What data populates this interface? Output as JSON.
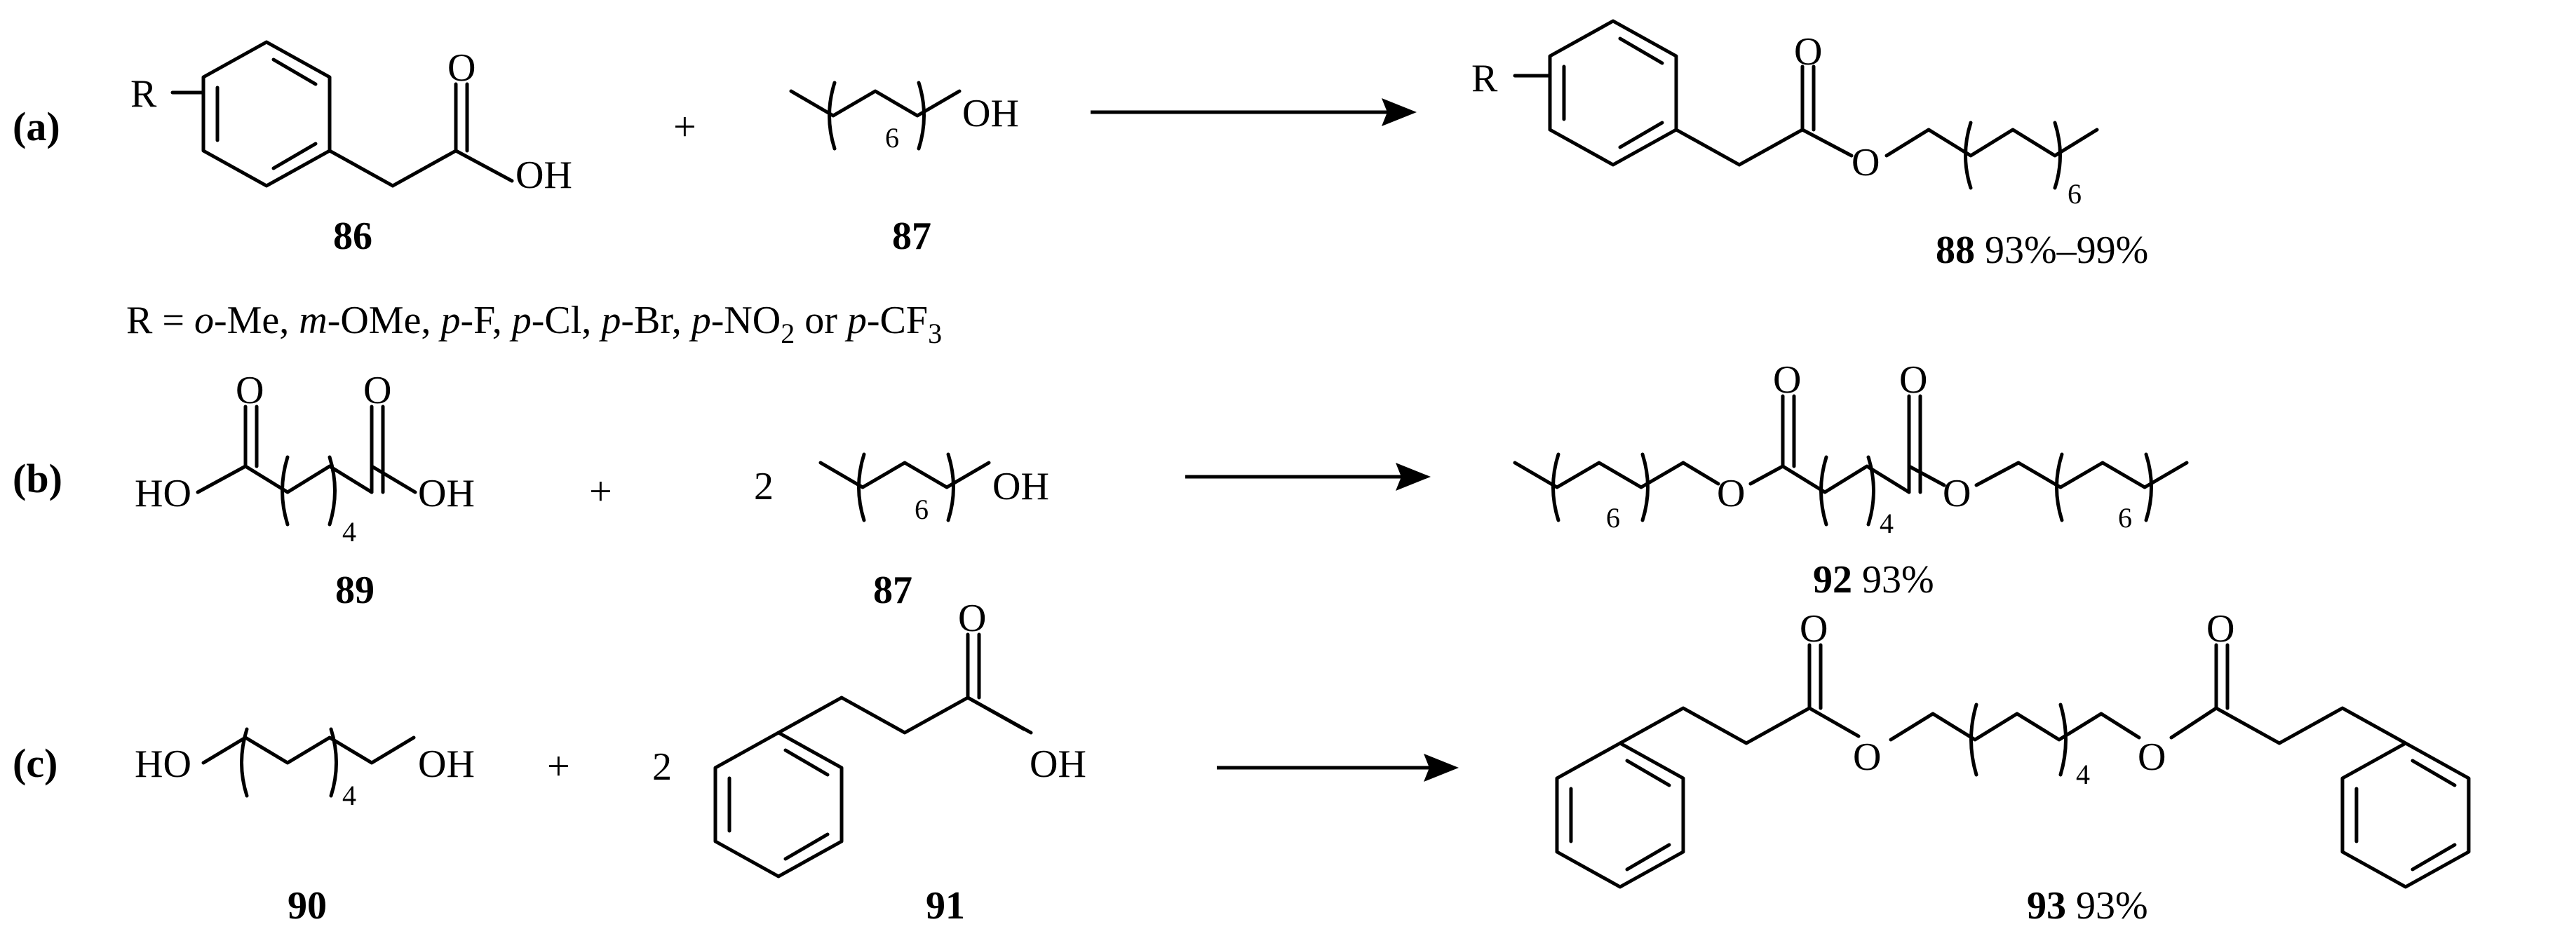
{
  "rows": {
    "a": {
      "tag": "(a)",
      "R": "R",
      "acid_O": "O",
      "acid_OH": "OH",
      "plus": "+",
      "alcohol_n": "6",
      "alcohol_OH": "OH",
      "prod_R": "R",
      "prod_O_carbonyl": "O",
      "prod_O_ester": "O",
      "prod_n": "6",
      "cmpd_acid": "86",
      "cmpd_alcohol": "87",
      "cmpd_product": "88",
      "yield": "93%–99%",
      "r_line": {
        "prefix": "R = ",
        "i1": "o",
        "t1": "-Me, ",
        "i2": "m",
        "t2": "-OMe, ",
        "i3": "p",
        "t3": "-F, ",
        "i4": "p",
        "t4": "-Cl, ",
        "i5": "p",
        "t5": "-Br, ",
        "i6": "p",
        "t6": "-NO",
        "s6": "2",
        "t6b": " or ",
        "i7": "p",
        "t7": "-CF",
        "s7": "3"
      }
    },
    "b": {
      "tag": "(b)",
      "HO": "HO",
      "O1": "O",
      "O2": "O",
      "n": "4",
      "OH": "OH",
      "plus": "+",
      "coeff": "2",
      "alcohol_n": "6",
      "alcohol_OH": "OH",
      "p_n1": "6",
      "p_O1": "O",
      "p_Oc1": "O",
      "p_n2": "4",
      "p_Oc2": "O",
      "p_O2": "O",
      "p_n3": "6",
      "cmpd_acid": "89",
      "cmpd_alcohol": "87",
      "cmpd_product": "92",
      "yield": "93%"
    },
    "c": {
      "tag": "(c)",
      "HO": "HO",
      "n": "4",
      "OH": "OH",
      "plus": "+",
      "coeff": "2",
      "acid_O": "O",
      "acid_OH": "OH",
      "p_Oc1": "O",
      "p_O1": "O",
      "p_n": "4",
      "p_O2": "O",
      "p_Oc2": "O",
      "cmpd_diol": "90",
      "cmpd_acid": "91",
      "cmpd_product": "93",
      "yield": "93%"
    }
  }
}
